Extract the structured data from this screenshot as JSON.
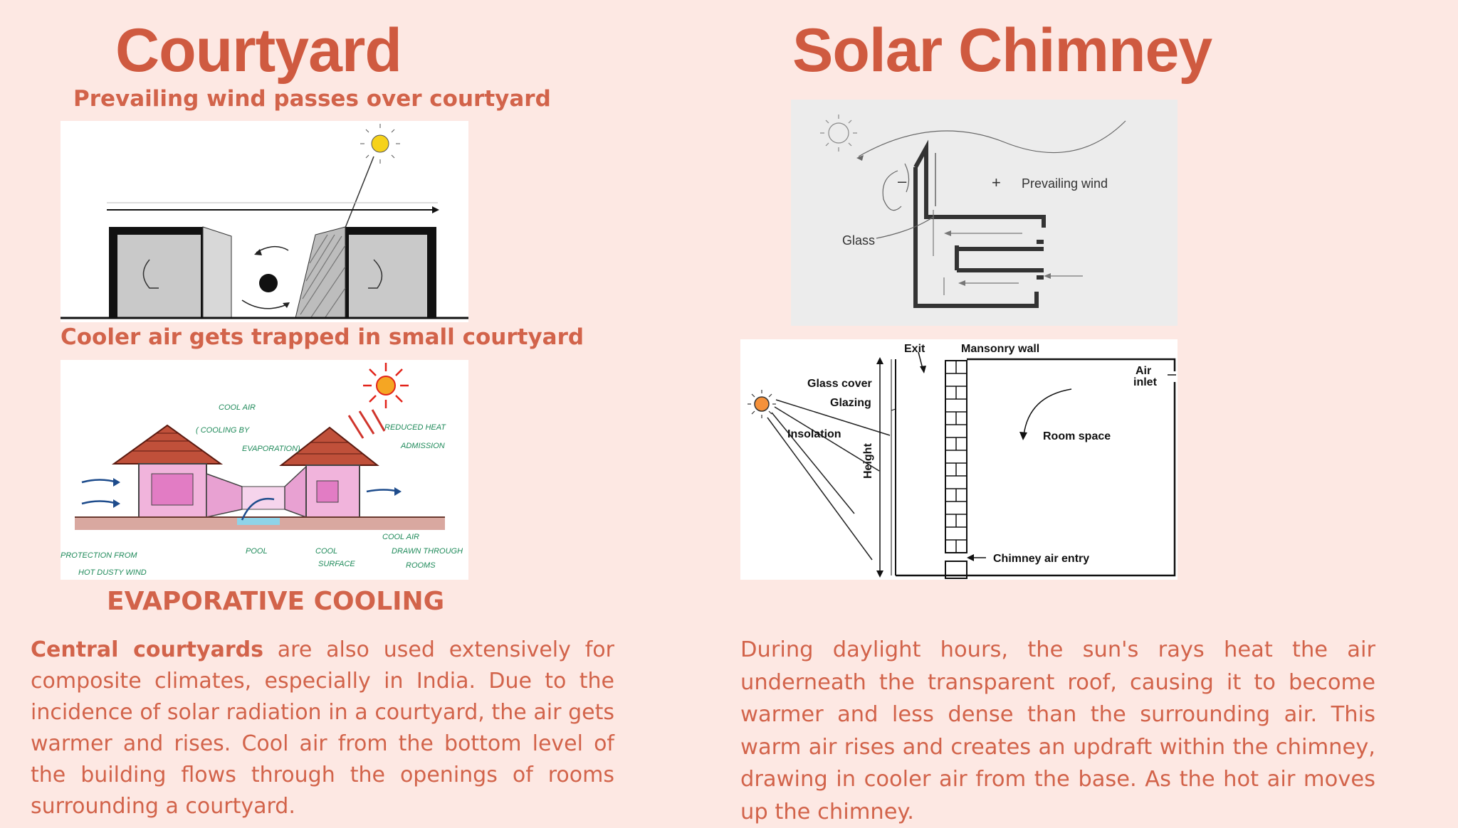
{
  "left": {
    "title": "Courtyard",
    "caption_top": "Prevailing wind passes over courtyard",
    "caption_mid": "Cooler air gets trapped in small courtyard",
    "diagram2_labels": {
      "cool_air": "COOL AIR",
      "cooling_by": "( COOLING BY",
      "evaporation": "EVAPORATION)",
      "reduced_heat": "REDUCED HEAT",
      "admission": "ADMISSION",
      "protection_from": "PROTECTION FROM",
      "hot_dusty_wind": "HOT DUSTY WIND",
      "pool": "POOL",
      "cool": "COOL",
      "surface": "SURFACE",
      "cool_air_2": "COOL AIR",
      "drawn_through": "DRAWN THROUGH",
      "rooms": "ROOMS"
    },
    "heading_evap": "EVAPORATIVE COOLING",
    "para_bold": "Central courtyards",
    "para_rest": " are also used extensively for composite climates, especially in India. Due to the incidence of solar radiation in a courtyard, the air gets warmer and rises. Cool air from the bottom level of the building flows through the openings of rooms surrounding a courtyard."
  },
  "right": {
    "title": "Solar Chimney",
    "diagram1_labels": {
      "minus": "–",
      "plus": "+",
      "prevailing_wind": "Prevailing wind",
      "glass": "Glass"
    },
    "diagram2_labels": {
      "exit": "Exit",
      "masonry_wall": "Mansonry   wall",
      "glass_cover": "Glass cover",
      "glazing": "Glazing",
      "insolation": "Insolation",
      "height": "Height",
      "room_space": "Room space",
      "air": "Air",
      "inlet": "inlet",
      "chimney_air_entry": "Chimney air entry"
    },
    "para": "During daylight hours, the sun's rays heat the air underneath the transparent roof, causing it to become warmer and less dense than the surrounding air. This warm air rises and creates an updraft within the chimney, drawing in cooler air from the base. As the hot air moves up the chimney."
  },
  "colors": {
    "background": "#fde8e3",
    "accent": "#d2634a",
    "title": "#cf5a40"
  }
}
